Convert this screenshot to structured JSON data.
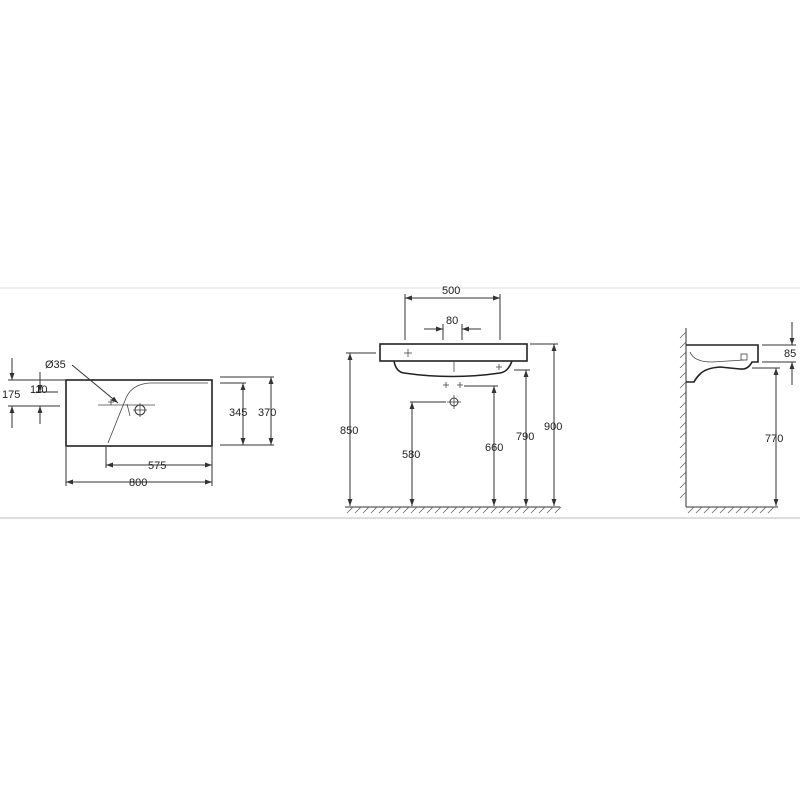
{
  "colors": {
    "ink": "#222222",
    "line": "#333333",
    "hatch": "#666666",
    "background": "#ffffff"
  },
  "top_view": {
    "hole_diameter": "Ø35",
    "dim_175": "175",
    "dim_110": "110",
    "dim_345": "345",
    "dim_370": "370",
    "dim_575": "575",
    "dim_800": "800"
  },
  "front_view": {
    "dim_500": "500",
    "dim_80": "80",
    "dim_850": "850",
    "dim_580": "580",
    "dim_660": "660",
    "dim_790": "790",
    "dim_900": "900"
  },
  "side_view": {
    "dim_85": "85",
    "dim_770": "770"
  }
}
